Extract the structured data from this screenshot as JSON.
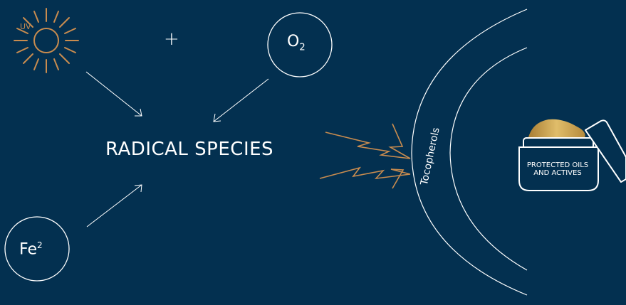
{
  "diagram": {
    "center_label": "RADICAL SPECIES",
    "plus": "+",
    "uv_label": "UV",
    "o2_main": "O",
    "o2_sub": "2",
    "fe_main": "Fe",
    "fe_sup": "2",
    "shield_label": "Tocopherols",
    "jar_label_line1": "PROTECTED OILS",
    "jar_label_line2": "AND ACTIVES"
  },
  "colors": {
    "background": "#033050",
    "line": "#ffffff",
    "accent": "#c98c4f",
    "cream": "#c9a04a"
  }
}
